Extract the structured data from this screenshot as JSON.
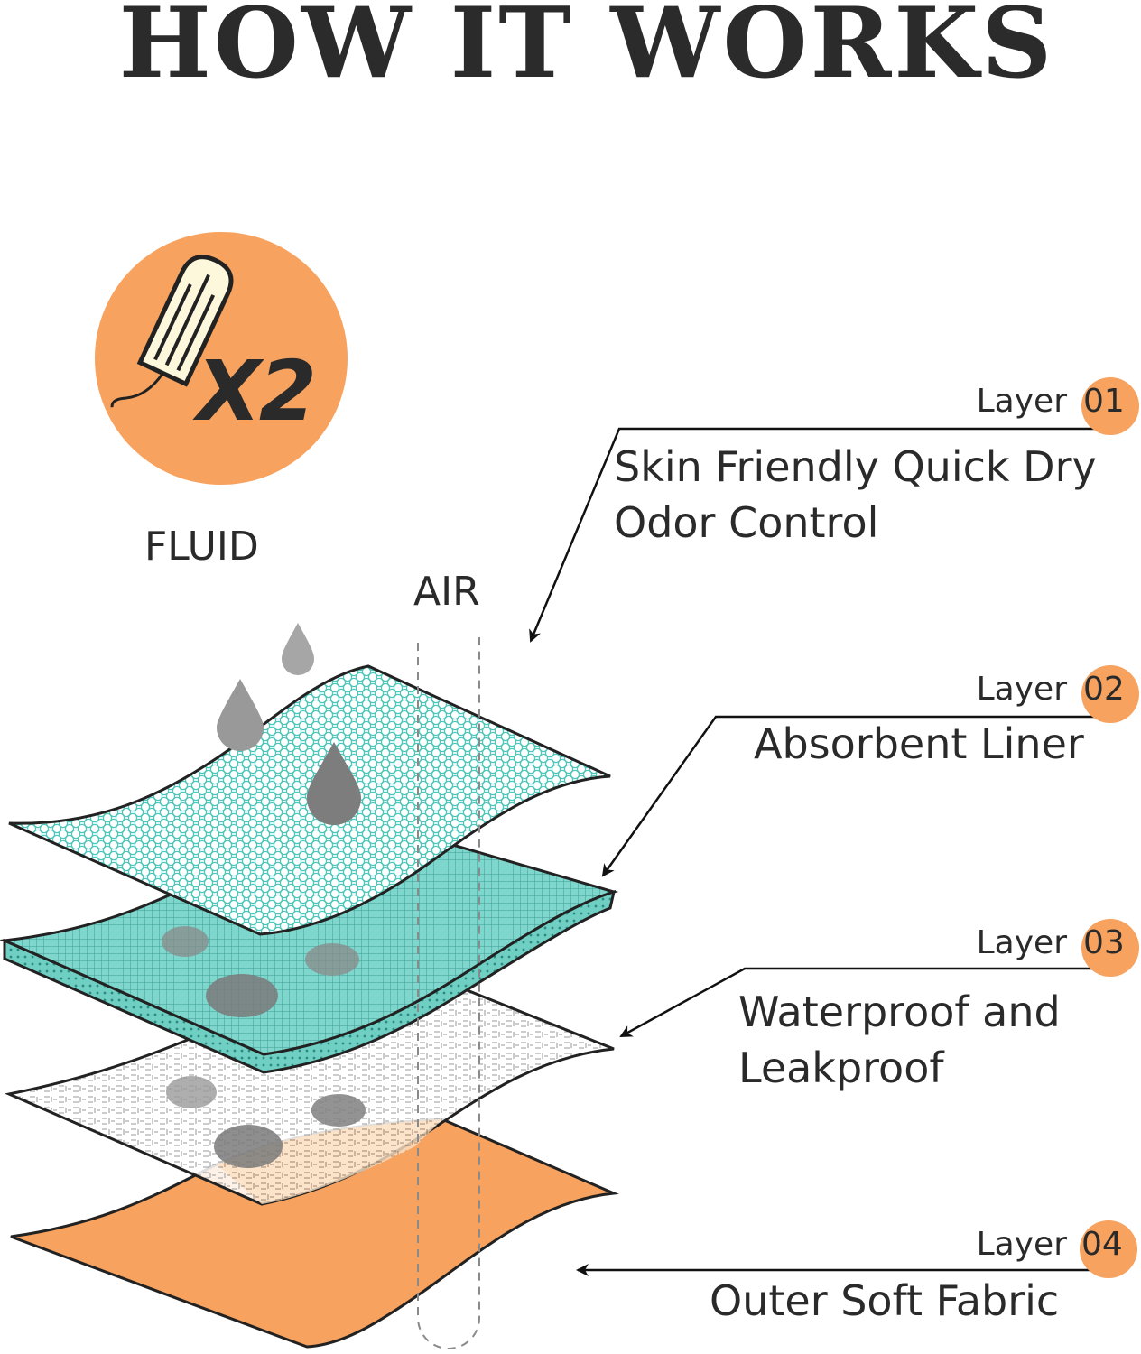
{
  "title": "HOW IT WORKS",
  "badge": {
    "multiplier": "X2",
    "caption": "FLUID",
    "color": "#F7A25E"
  },
  "air_label": "AIR",
  "layers": [
    {
      "tag_word": "Layer",
      "number": "01",
      "description": [
        "Skin Friendly Quick Dry",
        "Odor Control"
      ]
    },
    {
      "tag_word": "Layer",
      "number": "02",
      "description": [
        "Absorbent Liner"
      ]
    },
    {
      "tag_word": "Layer",
      "number": "03",
      "description": [
        "Waterproof and",
        "Leakproof"
      ]
    },
    {
      "tag_word": "Layer",
      "number": "04",
      "description": [
        "Outer Soft Fabric"
      ]
    }
  ],
  "colors": {
    "accent_orange": "#F7A25E",
    "mesh_teal": "#4FC6BA",
    "liner_teal": "#7FD6CC",
    "drop_gray": "#808080",
    "outline": "#222222"
  }
}
